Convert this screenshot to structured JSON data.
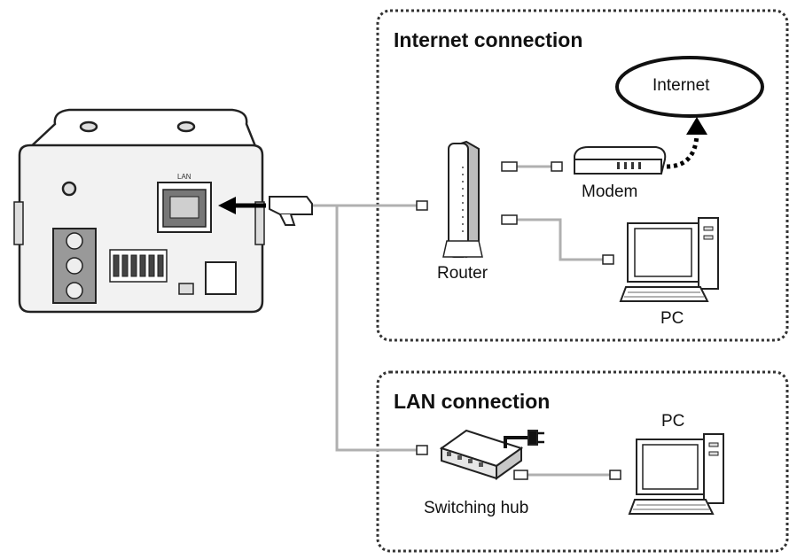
{
  "sections": {
    "internet": {
      "title": "Internet connection"
    },
    "lan": {
      "title": "LAN connection"
    }
  },
  "nodes": {
    "internet_cloud": "Internet",
    "modem": "Modem",
    "router": "Router",
    "pc_internet": "PC",
    "switching_hub": "Switching hub",
    "pc_lan": "PC"
  },
  "camera": {
    "port_label": "LAN"
  },
  "colors": {
    "line": "#111111",
    "cable": "#b0b0b0",
    "device_fill": "#ffffff",
    "panel_fill": "#f2f2f2",
    "dark": "#222222"
  }
}
